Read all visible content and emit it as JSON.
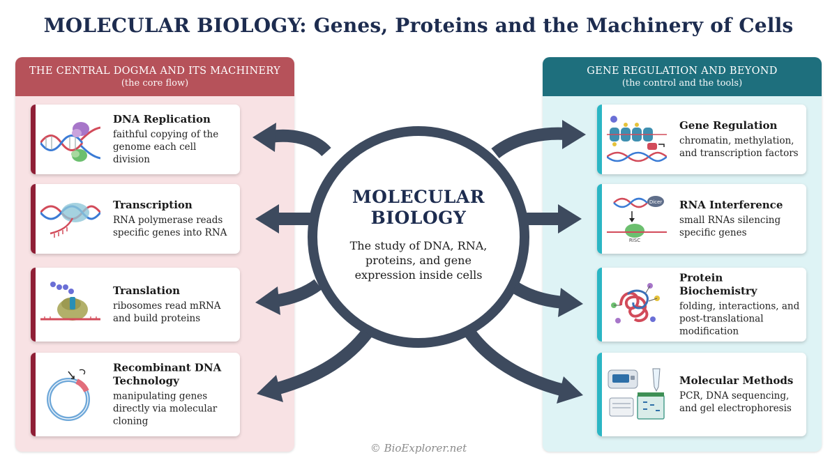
{
  "title": "MOLECULAR BIOLOGY: Genes, Proteins and the Machinery of Cells",
  "left_panel": {
    "heading": "THE CENTRAL DOGMA AND ITS MACHINERY",
    "subheading": "(the core flow)",
    "cards": [
      {
        "title": "DNA Replication",
        "desc": "faithful copying of the genome each cell division"
      },
      {
        "title": "Transcription",
        "desc": "RNA polymerase reads specific genes into RNA"
      },
      {
        "title": "Translation",
        "desc": "ribosomes read mRNA and build proteins"
      },
      {
        "title": "Recombinant DNA Technology",
        "desc": "manipulating genes directly via molecular cloning"
      }
    ]
  },
  "right_panel": {
    "heading": "GENE REGULATION AND BEYOND",
    "subheading": "(the control and the tools)",
    "cards": [
      {
        "title": "Gene Regulation",
        "desc": "chromatin, methylation, and transcription factors"
      },
      {
        "title": "RNA Interference",
        "desc": "small RNAs silencing specific genes"
      },
      {
        "title": "Protein Biochemistry",
        "desc": "folding, interactions, and post-translational modification"
      },
      {
        "title": "Molecular Methods",
        "desc": "PCR, DNA sequencing, and gel electrophoresis"
      }
    ]
  },
  "center": {
    "title": "MOLECULAR BIOLOGY",
    "desc": "The study of DNA, RNA, proteins, and gene expression inside cells"
  },
  "illustration_labels": {
    "dicer": "Dicer",
    "risc": "RISC"
  },
  "copyright": "© BioExplorer.net",
  "colors": {
    "navy": "#1d2c4f",
    "arrow": "#3d4a5e",
    "left_header": "#b6525a",
    "left_bg": "#f8e2e4",
    "left_accent": "#8f1f36",
    "right_header": "#1e6f7d",
    "right_bg": "#def3f5",
    "right_accent": "#2bb6c4"
  },
  "icons": [
    "dna-replication-icon",
    "transcription-icon",
    "translation-icon",
    "plasmid-icon",
    "chromatin-icon",
    "rnai-icon",
    "protein-icon",
    "lab-equipment-icon"
  ]
}
